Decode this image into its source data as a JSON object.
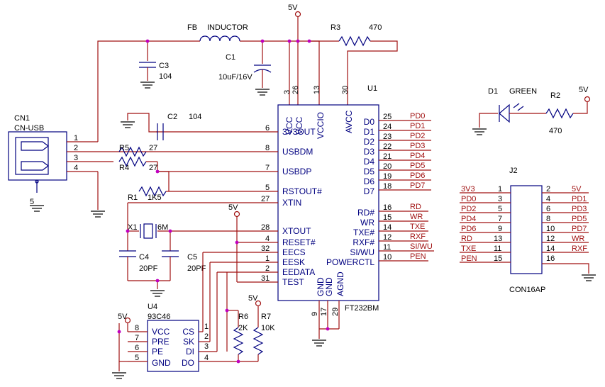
{
  "power": {
    "v5": "5V",
    "v3": "3V3"
  },
  "top": {
    "fb": "FB",
    "inductor": "INDUCTOR",
    "r3": "R3",
    "r3_val": "470",
    "c1": "C1",
    "c1_val": "10uF/16V",
    "c3": "C3",
    "c3_val": "104"
  },
  "cn1": {
    "ref": "CN1",
    "name": "CN-USB",
    "pins": [
      "1",
      "2",
      "3",
      "4",
      "5"
    ]
  },
  "c2": {
    "ref": "C2",
    "val": "104"
  },
  "r5": {
    "ref": "R5",
    "val": "27"
  },
  "r4": {
    "ref": "R4",
    "val": "27"
  },
  "r1": {
    "ref": "R1",
    "val": "1K5"
  },
  "x1": {
    "ref": "X1",
    "val": "6M"
  },
  "c4": {
    "ref": "C4",
    "val": "20PF"
  },
  "c5": {
    "ref": "C5",
    "val": "20PF"
  },
  "u1": {
    "ref": "U1",
    "part": "FT232BM",
    "top_pins": [
      {
        "num": "3",
        "name": "VCC"
      },
      {
        "num": "26",
        "name": "VCC"
      },
      {
        "num": "13",
        "name": "VCCIO"
      },
      {
        "num": "30",
        "name": "AVCC"
      }
    ],
    "left_pins": [
      {
        "num": "6",
        "name": "3V3OUT"
      },
      {
        "num": "8",
        "name": "USBDM"
      },
      {
        "num": "7",
        "name": "USBDP"
      },
      {
        "num": "5",
        "name": "RSTOUT#"
      },
      {
        "num": "27",
        "name": "XTIN"
      },
      {
        "num": "28",
        "name": "XTOUT"
      },
      {
        "num": "4",
        "name": "RESET#"
      },
      {
        "num": "32",
        "name": "EECS"
      },
      {
        "num": "1",
        "name": "EESK"
      },
      {
        "num": "2",
        "name": "EEDATA"
      },
      {
        "num": "31",
        "name": "TEST"
      }
    ],
    "right_pins": [
      {
        "num": "25",
        "name": "D0",
        "net": "PD0"
      },
      {
        "num": "24",
        "name": "D1",
        "net": "PD1"
      },
      {
        "num": "23",
        "name": "D2",
        "net": "PD2"
      },
      {
        "num": "22",
        "name": "D3",
        "net": "PD3"
      },
      {
        "num": "21",
        "name": "D4",
        "net": "PD4"
      },
      {
        "num": "20",
        "name": "D5",
        "net": "PD5"
      },
      {
        "num": "19",
        "name": "D6",
        "net": "PD6"
      },
      {
        "num": "18",
        "name": "D7",
        "net": "PD7"
      },
      {
        "num": "16",
        "name": "RD#",
        "net": "RD"
      },
      {
        "num": "15",
        "name": "WR",
        "net": "WR"
      },
      {
        "num": "14",
        "name": "TXE#",
        "net": "TXE"
      },
      {
        "num": "12",
        "name": "RXF#",
        "net": "RXF"
      },
      {
        "num": "11",
        "name": "SI/WU",
        "net": "SI/WU"
      },
      {
        "num": "10",
        "name": "POWERCTL",
        "net": "PEN"
      }
    ],
    "bottom_pins": [
      {
        "num": "9",
        "name": "GND"
      },
      {
        "num": "17",
        "name": "GND"
      },
      {
        "num": "29",
        "name": "AGND"
      }
    ]
  },
  "u4": {
    "ref": "U4",
    "part": "93C46",
    "left_pins": [
      {
        "num": "8",
        "name": "VCC"
      },
      {
        "num": "7",
        "name": "PRE"
      },
      {
        "num": "6",
        "name": "PE"
      },
      {
        "num": "5",
        "name": "GND"
      }
    ],
    "right_pins": [
      {
        "num": "1",
        "name": "CS"
      },
      {
        "num": "2",
        "name": "SK"
      },
      {
        "num": "3",
        "name": "DI"
      },
      {
        "num": "4",
        "name": "DO"
      }
    ]
  },
  "r6": {
    "ref": "R6",
    "val": "2K"
  },
  "r7": {
    "ref": "R7",
    "val": "10K"
  },
  "d1": {
    "ref": "D1",
    "name": "GREEN"
  },
  "r2": {
    "ref": "R2",
    "val": "470"
  },
  "j2": {
    "ref": "J2",
    "part": "CON16AP",
    "left": [
      {
        "num": "1",
        "net": "3V3"
      },
      {
        "num": "3",
        "net": "PD0"
      },
      {
        "num": "5",
        "net": "PD2"
      },
      {
        "num": "7",
        "net": "PD4"
      },
      {
        "num": "9",
        "net": "PD6"
      },
      {
        "num": "13",
        "net": "RD"
      },
      {
        "num": "11",
        "net": "TXE"
      },
      {
        "num": "15",
        "net": "PEN"
      }
    ],
    "right": [
      {
        "num": "2",
        "net": "5V"
      },
      {
        "num": "4",
        "net": "PD1"
      },
      {
        "num": "6",
        "net": "PD3"
      },
      {
        "num": "8",
        "net": "PD5"
      },
      {
        "num": "10",
        "net": "PD7"
      },
      {
        "num": "12",
        "net": "WR"
      },
      {
        "num": "14",
        "net": "RXF"
      },
      {
        "num": "16",
        "net": ""
      }
    ]
  },
  "colors": {
    "wire": "#a01010",
    "component": "#000080",
    "junction": "#c000c0",
    "text": "#000000"
  }
}
